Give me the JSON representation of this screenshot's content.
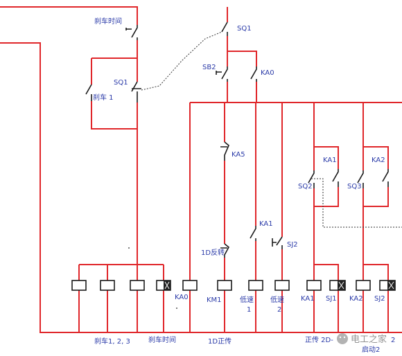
{
  "labels": {
    "brake_time_top": "刹车时间",
    "sq1_top": "SQ1",
    "sq1_mid": "SQ1",
    "brake1": "刹车 1",
    "sb2": "SB2",
    "ka0_top": "KA0",
    "ka5": "KA5",
    "ka1_right": "KA1",
    "ka2_right": "KA2",
    "sq2": "SQ2",
    "sq3": "SQ3",
    "ka1_mid": "KA1",
    "sj2_mid": "SJ2",
    "rev_1d": "1D反转",
    "coil_ka0": "KA0",
    "coil_km1": "KM1",
    "coil_low1_a": "低速",
    "coil_low1_b": "1",
    "coil_low2_a": "低速",
    "coil_low2_b": "2",
    "coil_ka1": "KA1",
    "coil_sj1": "SJ1",
    "coil_ka2": "KA2",
    "coil_sj2": "SJ2",
    "bottom_brake123": "刹车1, 2, 3",
    "bottom_brake_time": "刹车时间",
    "bottom_1d_fwd": "1D正传",
    "bottom_fwd_2d": "正传 2D-",
    "bottom_start2": "启动2",
    "bottom_start2_tail": "2"
  },
  "watermark": "电工之家",
  "colors": {
    "wire": "#e0262a",
    "component": "#1a1a1a",
    "label": "#2a3aa8"
  }
}
